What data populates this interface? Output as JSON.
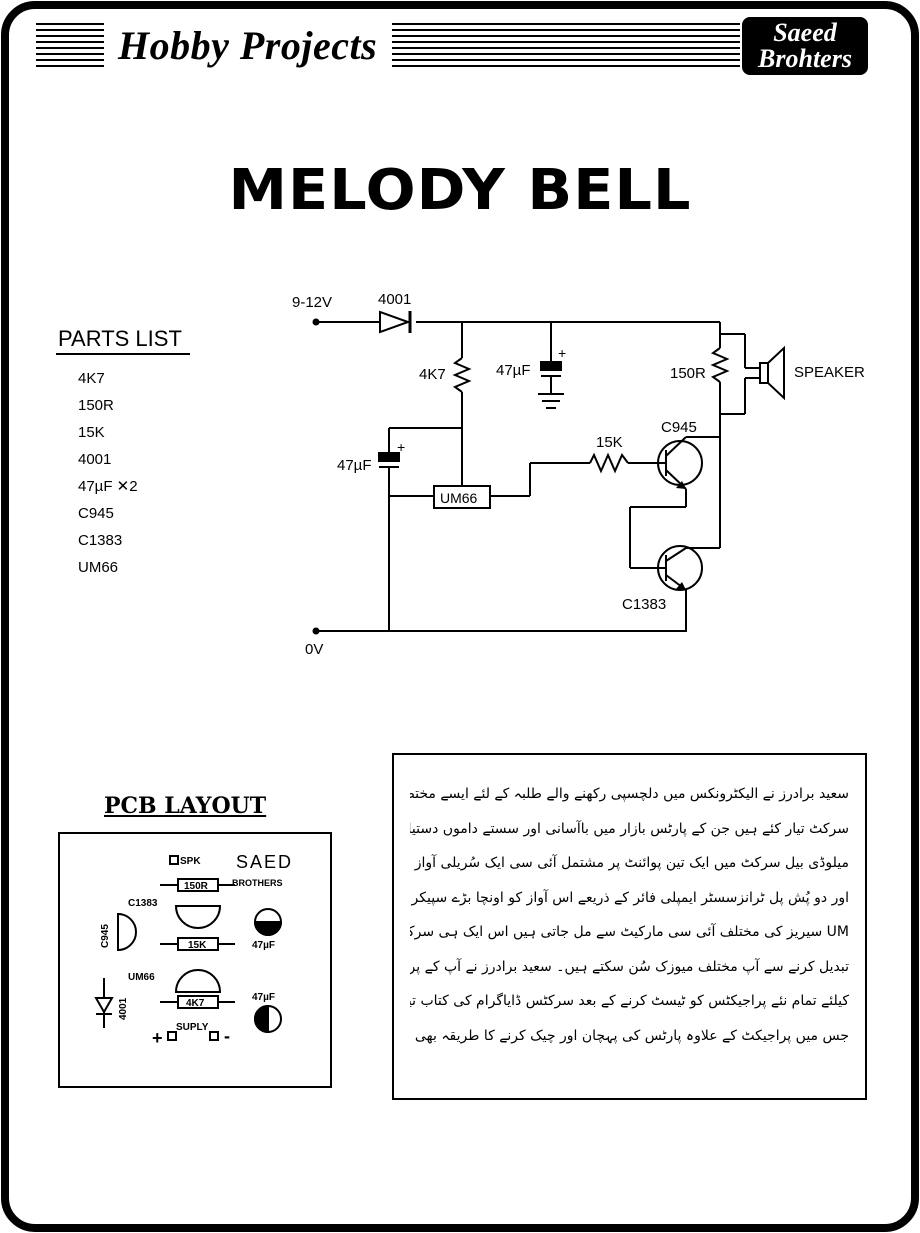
{
  "header": {
    "title": "Hobby Projects",
    "brand_line1": "Saeed",
    "brand_line2": "Brohters"
  },
  "main_title": "MELODY BELL",
  "parts_list": {
    "heading": "PARTS LIST",
    "items": [
      "4K7",
      "150R",
      "15K",
      "4001",
      "47µF ✕2",
      "C945",
      "C1383",
      "UM66"
    ]
  },
  "schematic": {
    "supply_label": "9-12V",
    "ground_label": "0V",
    "diode_label": "4001",
    "r_pullup_label": "4K7",
    "cap_main_label": "47µF",
    "cap_left_label": "47µF",
    "r_speaker_label": "150R",
    "speaker_label": "SPEAKER",
    "r_base_label": "15K",
    "q1_label": "C945",
    "q2_label": "C1383",
    "ic_label": "UM66",
    "plus_sign": "+"
  },
  "pcb": {
    "heading": "PCB LAYOUT",
    "spk_label": "SPK",
    "r150_label": "150R",
    "c1383_label": "C1383",
    "c945_label": "C945",
    "r15k_label": "15K",
    "cap1_label": "47µF",
    "um66_label": "UM66",
    "r4k7_label": "4K7",
    "diode_label": "4001",
    "cap2_label": "47µF",
    "suply_label": "SUPLY",
    "plus_label": "+",
    "minus_label": "-",
    "logo_line1": "SAED",
    "logo_line2": "BROTHERS"
  },
  "urdu_text": [
    "سعید برادرز نے الیکٹرونکس میں دلچسپی رکھنے والے طلبہ کے لئے ایسے مختصر اور آسان",
    "سرکٹ تیار کئے ہیں جن کے پارٹس بازار میں باآسانی اور سستے داموں دستیاب ہیں۔",
    "میلوڈی بیل سرکٹ میں ایک تین پوائنٹ پر مشتمل آئی سی ایک سُریلی آواز پیدا کرتی ہے",
    "اور دو پُش پل ٹرانزسسٹر ایمپلی فائر کے ذریعے اس آواز کو اونچا بڑے سپیکر پر سُنا جاسکتا ہے۔",
    "UM سیریز کی مختلف آئی سی مارکیٹ سے مل جاتی ہیں اس ایک ہی سرکٹ میں صرف آئی سی",
    "تبدیل کرنے سے آپ مختلف میوزک سُن سکتے ہیں۔ سعید برادرز نے آپ کے پریکٹیکل",
    "کیلئے تمام نئے پراجیکٹس کو ٹیسٹ کرنے کے بعد سرکٹس ڈایاگرام کی کتاب تیار کی ہے",
    "جس میں پراجیکٹ کے علاوہ پارٹس کی پہچان اور چیک کرنے کا طریقہ بھی دیا گیا ہے۔"
  ]
}
